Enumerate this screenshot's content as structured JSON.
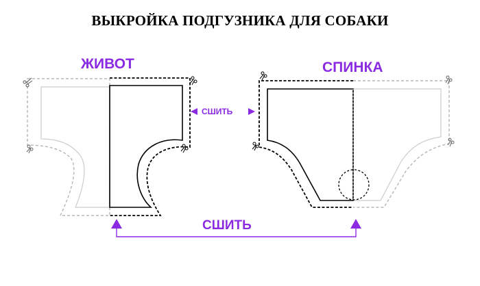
{
  "title": "ВЫКРОЙКА ПОДГУЗНИКА ДЛЯ СОБАКИ",
  "labels": {
    "belly": "ЖИВОТ",
    "back": "СПИНКА",
    "sew_side": "СШИТЬ",
    "sew_bottom": "СШИТЬ"
  },
  "colors": {
    "accent": "#8a2be2",
    "outline": "#000000",
    "seam": "#b5b5b5"
  },
  "icons": [
    "scissors-icon"
  ]
}
